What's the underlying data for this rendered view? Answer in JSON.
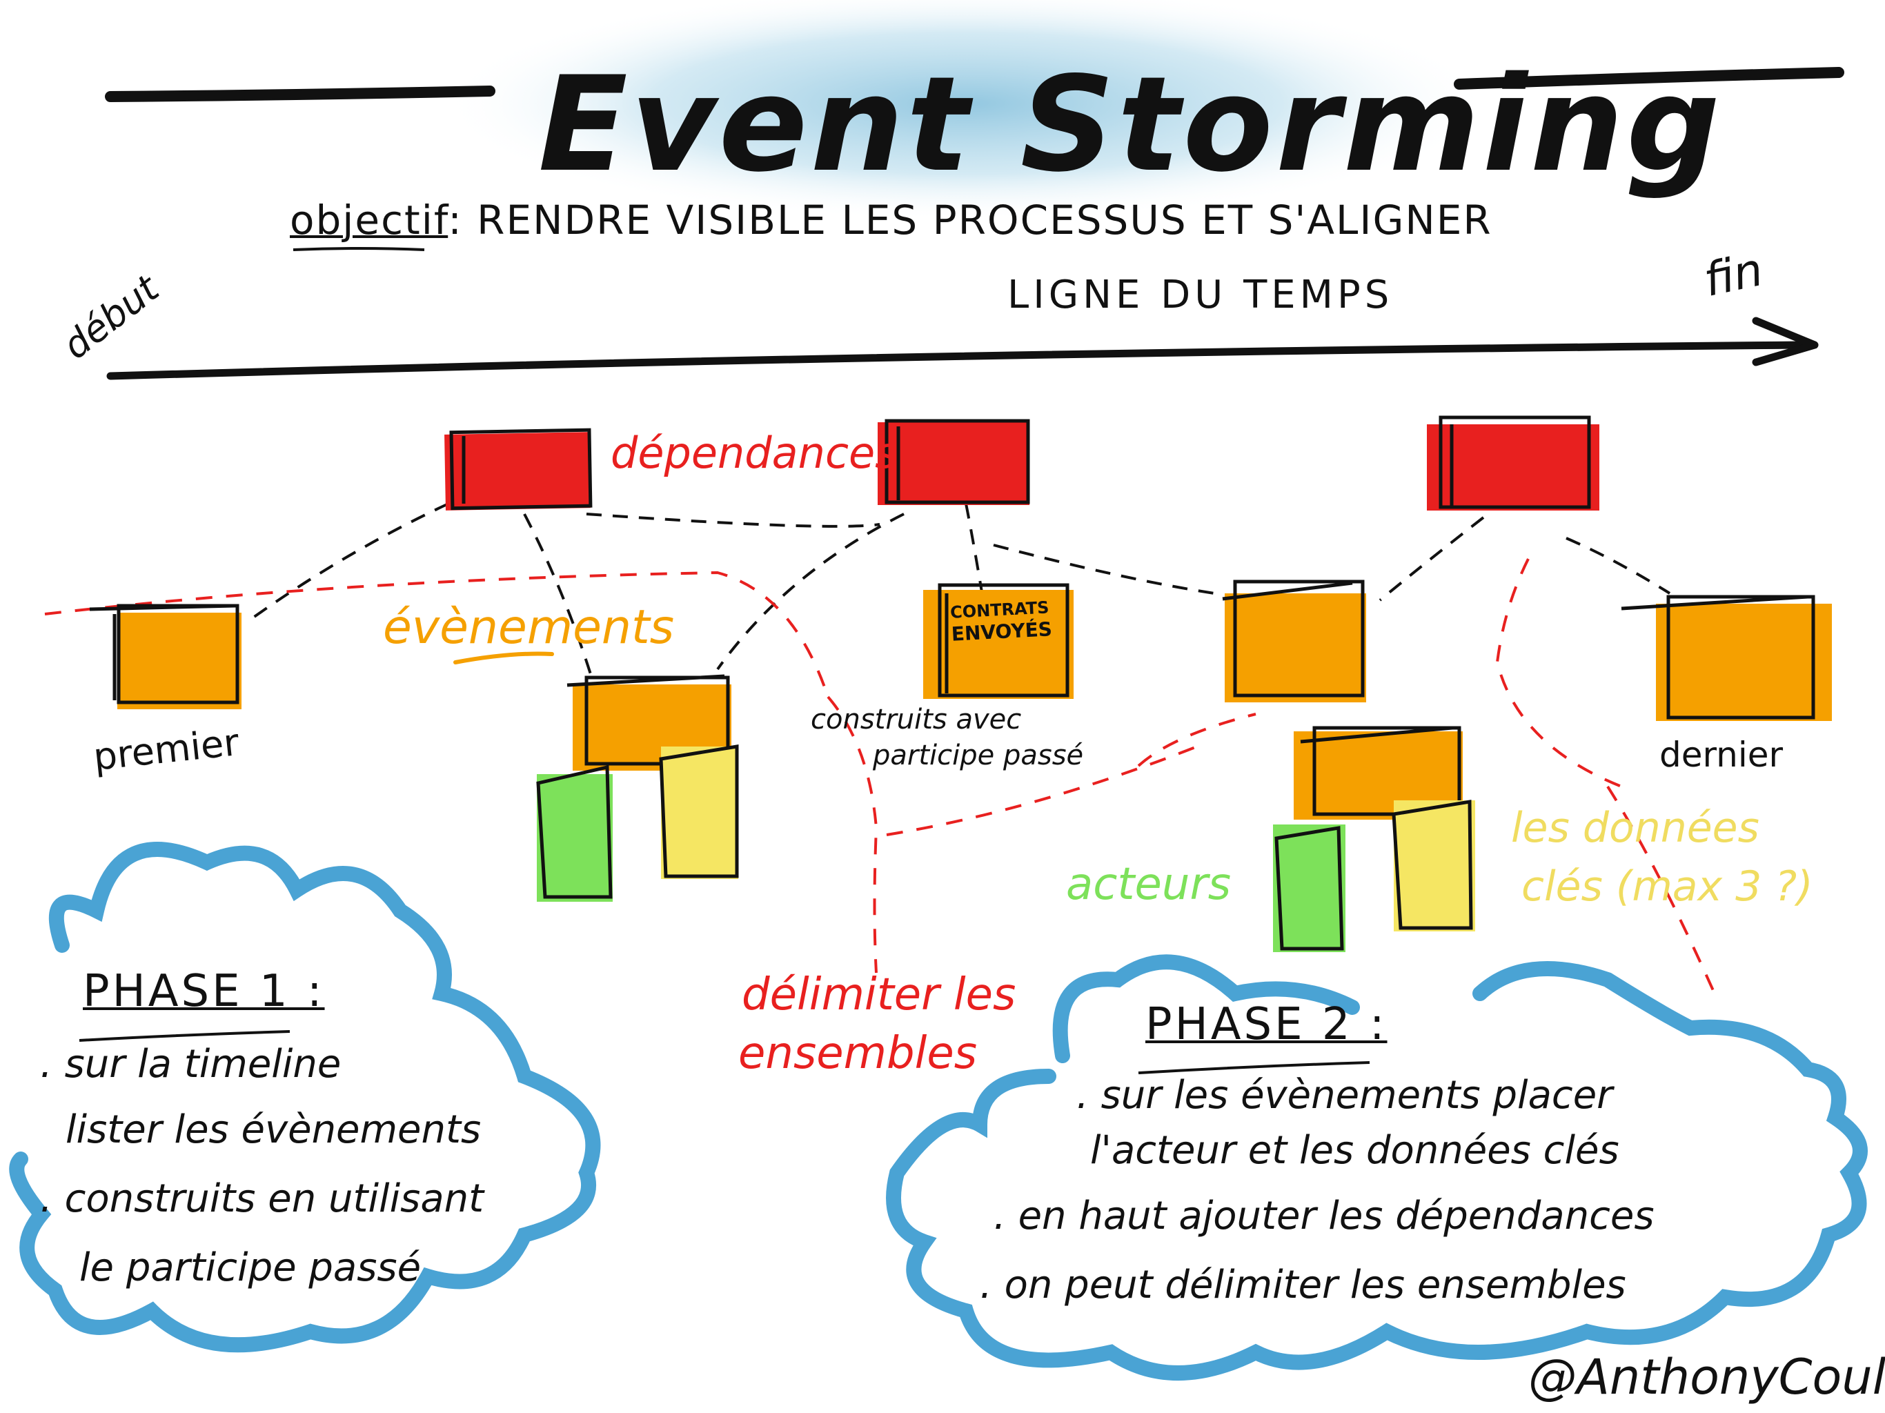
{
  "title": "Event Storming",
  "objective": {
    "keyword": "objectif",
    "text": ": RENDRE VISIBLE LES PROCESSUS ET S'ALIGNER"
  },
  "timeline": {
    "label": "LIGNE DU TEMPS",
    "start": "début",
    "end": "fin"
  },
  "labels": {
    "dependencies": "dépendances",
    "events": "évènements",
    "first": "premier",
    "last": "dernier",
    "past_participle_line1": "construits avec",
    "past_participle_line2": "participe passé",
    "actors": "acteurs",
    "key_data_line1": "les données",
    "key_data_line2": "clés   (max 3 ?)",
    "delimit_line1": "délimiter les",
    "delimit_line2": "ensembles"
  },
  "event_card_text": [
    "CONTRATS",
    "ENVOYÉS"
  ],
  "phase1": {
    "title": "PHASE 1 :",
    "lines": [
      ". sur la timeline",
      "lister les évènements",
      ". construits en utilisant",
      "le participe passé"
    ]
  },
  "phase2": {
    "title": "PHASE 2 :",
    "lines": [
      ". sur les évènements placer",
      "l'acteur et les données clés",
      ". en haut ajouter les dépendances",
      ". on peut délimiter les ensembles"
    ]
  },
  "credit": "@AnthonyCoulon",
  "colors": {
    "dependency": "#e8201f",
    "event": "#f5a000",
    "actor": "#7de15a",
    "key_data": "#f5e663",
    "boundary": "#e8201f",
    "cloud": "#4aa3d4",
    "ink": "#111111"
  }
}
